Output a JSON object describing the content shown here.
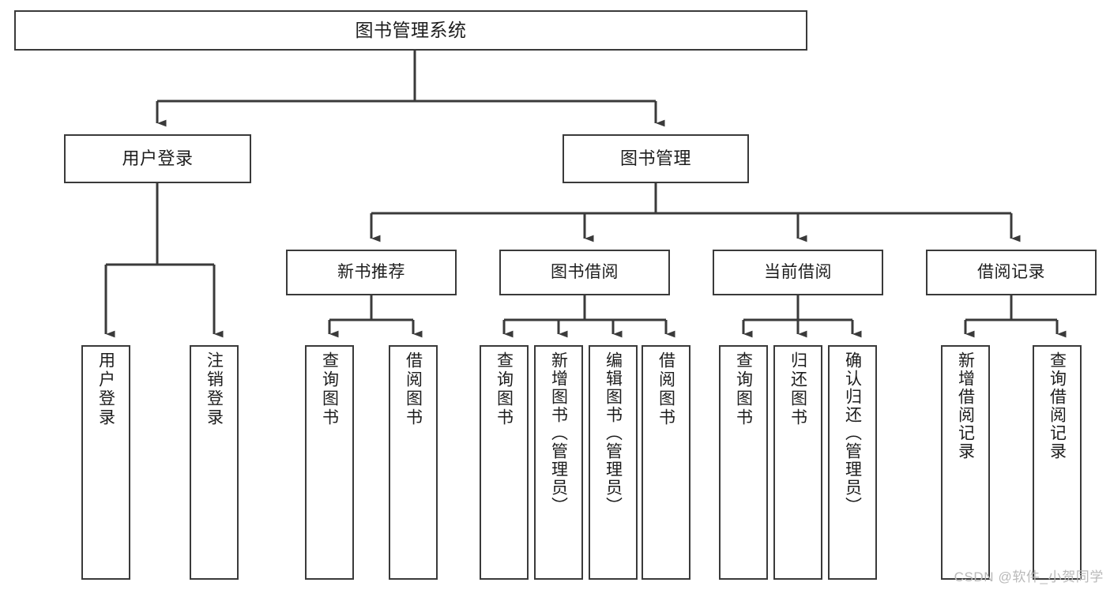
{
  "diagram": {
    "title": "图书管理系统",
    "type": "tree",
    "orientation": "top-down",
    "colors": {
      "box_border": "#3a3a3a",
      "box_fill": "#ffffff",
      "connector": "#3a3a3a",
      "text": "#1d1d1d",
      "watermark": "#b9b9b9",
      "background": "#ffffff"
    },
    "root": {
      "label": "图书管理系统"
    },
    "level2": [
      {
        "label": "用户登录"
      },
      {
        "label": "图书管理"
      }
    ],
    "level3": [
      {
        "label": "新书推荐"
      },
      {
        "label": "图书借阅"
      },
      {
        "label": "当前借阅"
      },
      {
        "label": "借阅记录"
      }
    ],
    "leaves": {
      "user_login": [
        {
          "label": "用户登录"
        },
        {
          "label": "注销登录"
        }
      ],
      "new_book_recommend": [
        {
          "label": "查询图书"
        },
        {
          "label": "借阅图书"
        }
      ],
      "book_borrow": [
        {
          "label": "查询图书"
        },
        {
          "label": "新增图书（管理员）"
        },
        {
          "label": "编辑图书（管理员）"
        },
        {
          "label": "借阅图书"
        }
      ],
      "current_borrow": [
        {
          "label": "查询图书"
        },
        {
          "label": "归还图书"
        },
        {
          "label": "确认归还（管理员）"
        }
      ],
      "borrow_record": [
        {
          "label": "新增借阅记录"
        },
        {
          "label": "查询借阅记录"
        }
      ]
    }
  },
  "watermark": {
    "text": "CSDN @软件_小贺同学"
  }
}
